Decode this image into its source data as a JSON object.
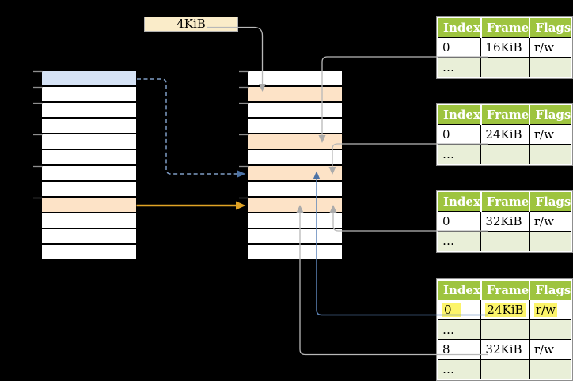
{
  "page_size_label": "4KiB",
  "table_headers": {
    "index": "Index",
    "frame": "Frame",
    "flags": "Flags"
  },
  "page_tables": [
    {
      "id": "table-1",
      "rows": [
        {
          "index": "0",
          "frame": "16KiB",
          "flags": "r/w"
        },
        {
          "index": "…",
          "frame": "",
          "flags": ""
        }
      ]
    },
    {
      "id": "table-2",
      "rows": [
        {
          "index": "0",
          "frame": "24KiB",
          "flags": "r/w"
        },
        {
          "index": "…",
          "frame": "",
          "flags": ""
        }
      ]
    },
    {
      "id": "table-3",
      "rows": [
        {
          "index": "0",
          "frame": "32KiB",
          "flags": "r/w"
        },
        {
          "index": "…",
          "frame": "",
          "flags": ""
        }
      ]
    },
    {
      "id": "table-4",
      "rows": [
        {
          "index": "0",
          "frame": "24KiB",
          "flags": "r/w",
          "highlighted": true
        },
        {
          "index": "…",
          "frame": "",
          "flags": ""
        },
        {
          "index": "8",
          "frame": "32KiB",
          "flags": "r/w"
        },
        {
          "index": "…",
          "frame": "",
          "flags": ""
        }
      ]
    }
  ],
  "virtual_memory": {
    "row_fills": [
      "#d6e3f6",
      "#ffffff",
      "#ffffff",
      "#ffffff",
      "#ffffff",
      "#ffffff",
      "#ffffff",
      "#ffffff",
      "#fde3c7",
      "#ffffff",
      "#ffffff",
      "#ffffff"
    ]
  },
  "physical_memory": {
    "row_fills": [
      "#ffffff",
      "#fde3c7",
      "#ffffff",
      "#ffffff",
      "#fde3c7",
      "#ffffff",
      "#fde3c7",
      "#ffffff",
      "#fde3c7",
      "#ffffff",
      "#ffffff",
      "#ffffff"
    ]
  },
  "colors": {
    "background": "#000000",
    "label_cream": "#faecc9",
    "header_green": "#9ec43f",
    "row_light_green": "#e9efd8",
    "page_orange": "#fde3c7",
    "page_blue": "#d6e3f6",
    "highlight_yellow": "#fcf46a",
    "line_gray": "#b8b8b8",
    "arrow_gray_head": "#ababab",
    "arrow_blue": "#5d84b8",
    "arrow_blue_dashed": "#7f9dc5",
    "arrow_blue_head": "#4d73a6",
    "arrow_orange": "#e1a325"
  }
}
